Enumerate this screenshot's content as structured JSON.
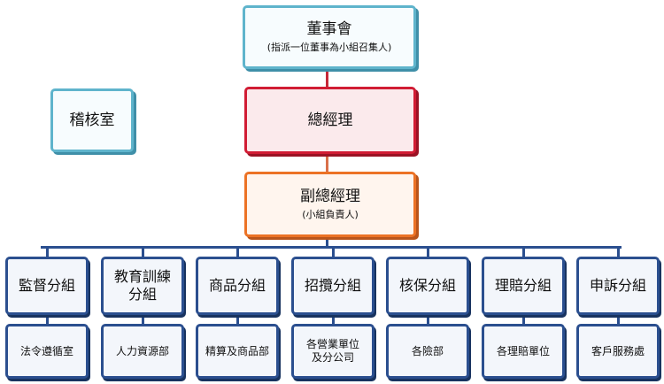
{
  "board": {
    "title": "董事會",
    "note": "(指派一位董事為小組召集人)"
  },
  "audit": {
    "title": "稽核室"
  },
  "gm": {
    "title": "總經理"
  },
  "vgm": {
    "title": "副總經理",
    "note": "(小組負責人)"
  },
  "groups": [
    {
      "label": "監督分組",
      "dept": "法令遵循室"
    },
    {
      "label": "教育訓練\n分組",
      "dept": "人力資源部"
    },
    {
      "label": "商品分組",
      "dept": "精算及商品部"
    },
    {
      "label": "招攬分組",
      "dept": "各營業單位\n及分公司"
    },
    {
      "label": "核保分組",
      "dept": "各險部"
    },
    {
      "label": "理賠分組",
      "dept": "各理賠單位"
    },
    {
      "label": "申訴分組",
      "dept": "客戶服務處"
    }
  ],
  "colors": {
    "teal": "#5fb4cc",
    "red": "#d11c34",
    "orange": "#ec7225",
    "navy": "#2b4f8f"
  }
}
